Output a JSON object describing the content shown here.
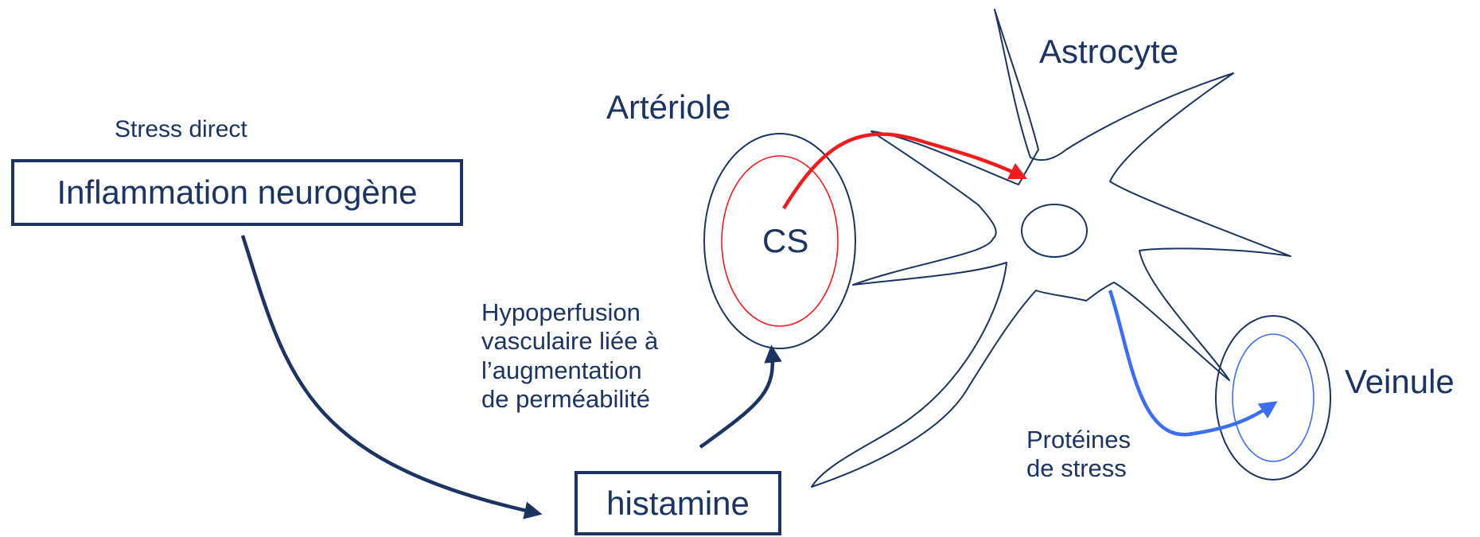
{
  "diagram": {
    "stress_label": "Stress direct",
    "inflammation_box": "Inflammation neurogène",
    "histamine_box": "histamine",
    "hypoperfusion_text": [
      "Hypoperfusion",
      "vasculaire liée à",
      "l’augmentation",
      "de perméabilité"
    ],
    "arteriole_label": "Artériole",
    "astrocyte_label": "Astrocyte",
    "veinule_label": "Veinule",
    "cs_label": "CS",
    "proteins_text": [
      "Protéines",
      "de stress"
    ]
  },
  "colors": {
    "navy": "#1c3461",
    "red": "#ee1c1c",
    "blue": "#3d6ef0"
  }
}
